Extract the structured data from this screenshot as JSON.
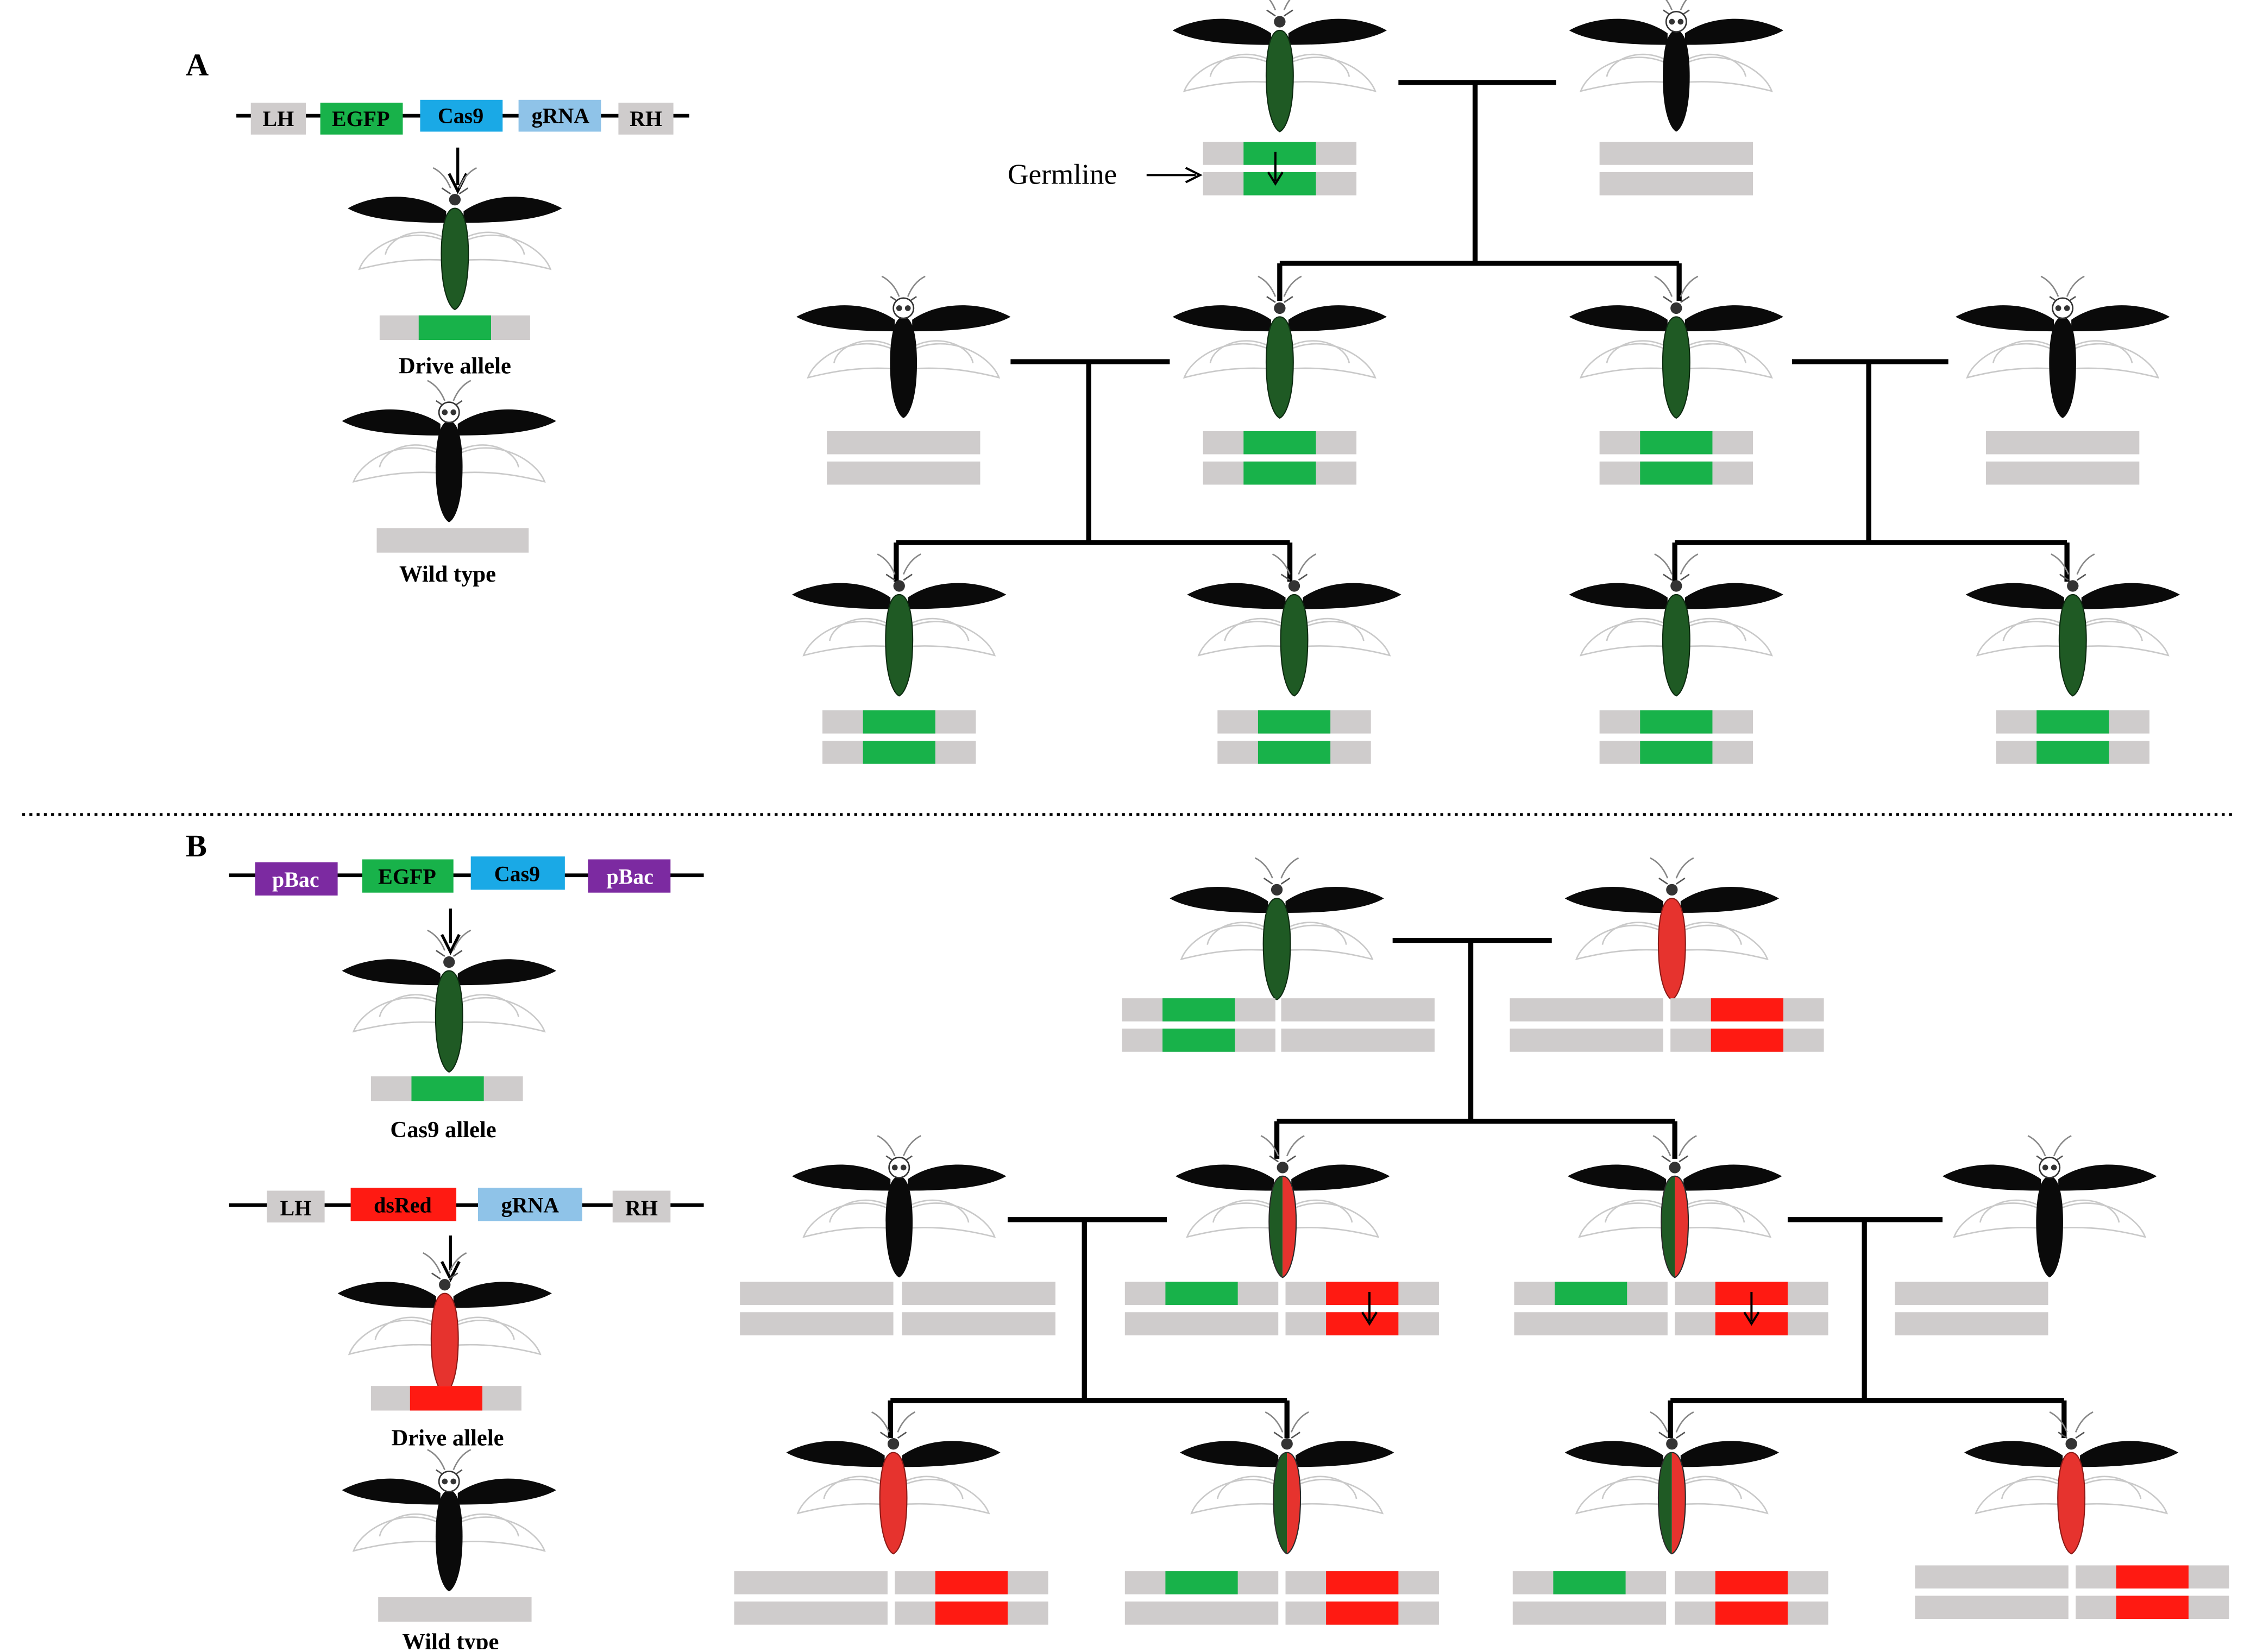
{
  "panels": {
    "a": {
      "label": "A",
      "construct": [
        "LH",
        "EGFP",
        "Cas9",
        "gRNA",
        "RH"
      ],
      "legend": {
        "drive": "Drive allele",
        "wild": "Wild type"
      },
      "germline": "Germline"
    },
    "b": {
      "label": "B",
      "construct1": [
        "pBac",
        "EGFP",
        "Cas9",
        "pBac"
      ],
      "construct2": [
        "LH",
        "dsRed",
        "gRNA",
        "RH"
      ],
      "legend": {
        "cas9": "Cas9 allele",
        "drive": "Drive allele",
        "wild": "Wild type"
      }
    }
  },
  "colors": {
    "grey": "#cfcccc",
    "green": "#18b24a",
    "red": "#ff1a12",
    "cyan": "#1aa9e6",
    "light_blue": "#8fc3e8",
    "purple": "#7c2aa1",
    "body_green": "#1f5a24",
    "body_red": "#e6332e"
  }
}
